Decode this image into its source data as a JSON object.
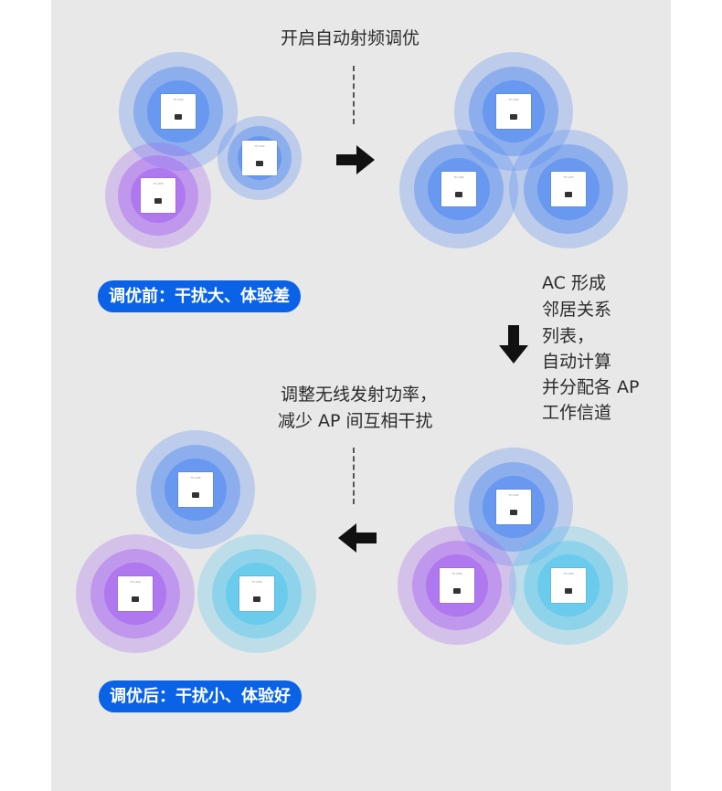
{
  "steps": {
    "step1": "开启自动射频调优",
    "step2_lines": [
      "AC 形成",
      "邻居关系",
      "列表，",
      "自动计算",
      "并分配各 AP",
      "工作信道"
    ],
    "step3_lines": [
      "调整无线发射功率，",
      "减少 AP 间互相干扰"
    ]
  },
  "badges": {
    "before": "调优前：干扰大、体验差",
    "after": "调优后：干扰小、体验好"
  },
  "device_brand": "TP-LINK",
  "colors": {
    "blue": "#4a86f0",
    "purple": "#a35ef0",
    "cyan": "#4fc4ee",
    "badge": "#0a62e6",
    "panel": "#e8e8e8"
  },
  "icons": {
    "arrow_right": "arrow-right-icon",
    "arrow_down": "arrow-down-icon",
    "arrow_left": "arrow-left-icon"
  },
  "clusters": [
    {
      "name": "before",
      "aps": [
        {
          "color": "blue",
          "level": "high"
        },
        {
          "color": "blue",
          "level": "low"
        },
        {
          "color": "purple",
          "level": "mid"
        }
      ]
    },
    {
      "name": "after-power-equal",
      "aps": [
        {
          "color": "blue",
          "level": "high"
        },
        {
          "color": "blue",
          "level": "high"
        },
        {
          "color": "blue",
          "level": "high"
        }
      ]
    },
    {
      "name": "channel-assigned",
      "aps": [
        {
          "color": "blue",
          "level": "high"
        },
        {
          "color": "purple",
          "level": "high"
        },
        {
          "color": "cyan",
          "level": "high"
        }
      ]
    },
    {
      "name": "after",
      "aps": [
        {
          "color": "blue",
          "level": "high"
        },
        {
          "color": "purple",
          "level": "high"
        },
        {
          "color": "cyan",
          "level": "high"
        }
      ]
    }
  ]
}
